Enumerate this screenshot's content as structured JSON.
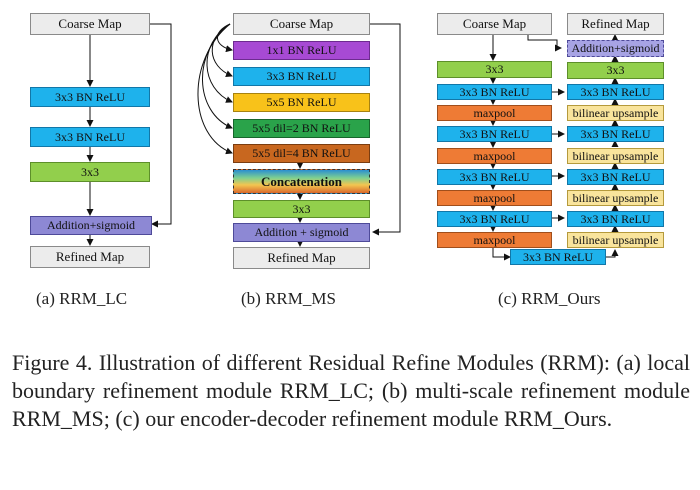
{
  "panel_a": {
    "coarse": "Coarse Map",
    "layer1": "3x3 BN ReLU",
    "layer2": "3x3 BN ReLU",
    "conv": "3x3",
    "add": "Addition+sigmoid",
    "refined": "Refined Map",
    "caption": "(a) RRM_LC"
  },
  "panel_b": {
    "coarse": "Coarse Map",
    "branch1": "1x1 BN ReLU",
    "branch2": "3x3 BN ReLU",
    "branch3": "5x5 BN ReLU",
    "branch4": "5x5 dil=2 BN ReLU",
    "branch5": "5x5 dil=4 BN ReLU",
    "concat": "Concatenation",
    "conv": "3x3",
    "add": "Addition + sigmoid",
    "refined": "Refined Map",
    "caption": "(b) RRM_MS"
  },
  "panel_c": {
    "coarse": "Coarse Map",
    "refined": "Refined Map",
    "add": "Addition+sigmoid",
    "enc_conv": "3x3",
    "enc_layer": "3x3 BN ReLU",
    "pool": "maxpool",
    "dec_conv": "3x3",
    "dec_layer": "3x3 BN ReLU",
    "upsample": "bilinear upsample",
    "bottom": "3x3 BN ReLU",
    "caption": "(c) RRM_Ours"
  },
  "figure_caption": "Figure 4. Illustration of different Residual Refine Modules (RRM): (a) local boundary refinement module RRM_LC; (b) multi-scale refinement module RRM_MS; (c) our encoder-decoder refinement module RRM_Ours."
}
